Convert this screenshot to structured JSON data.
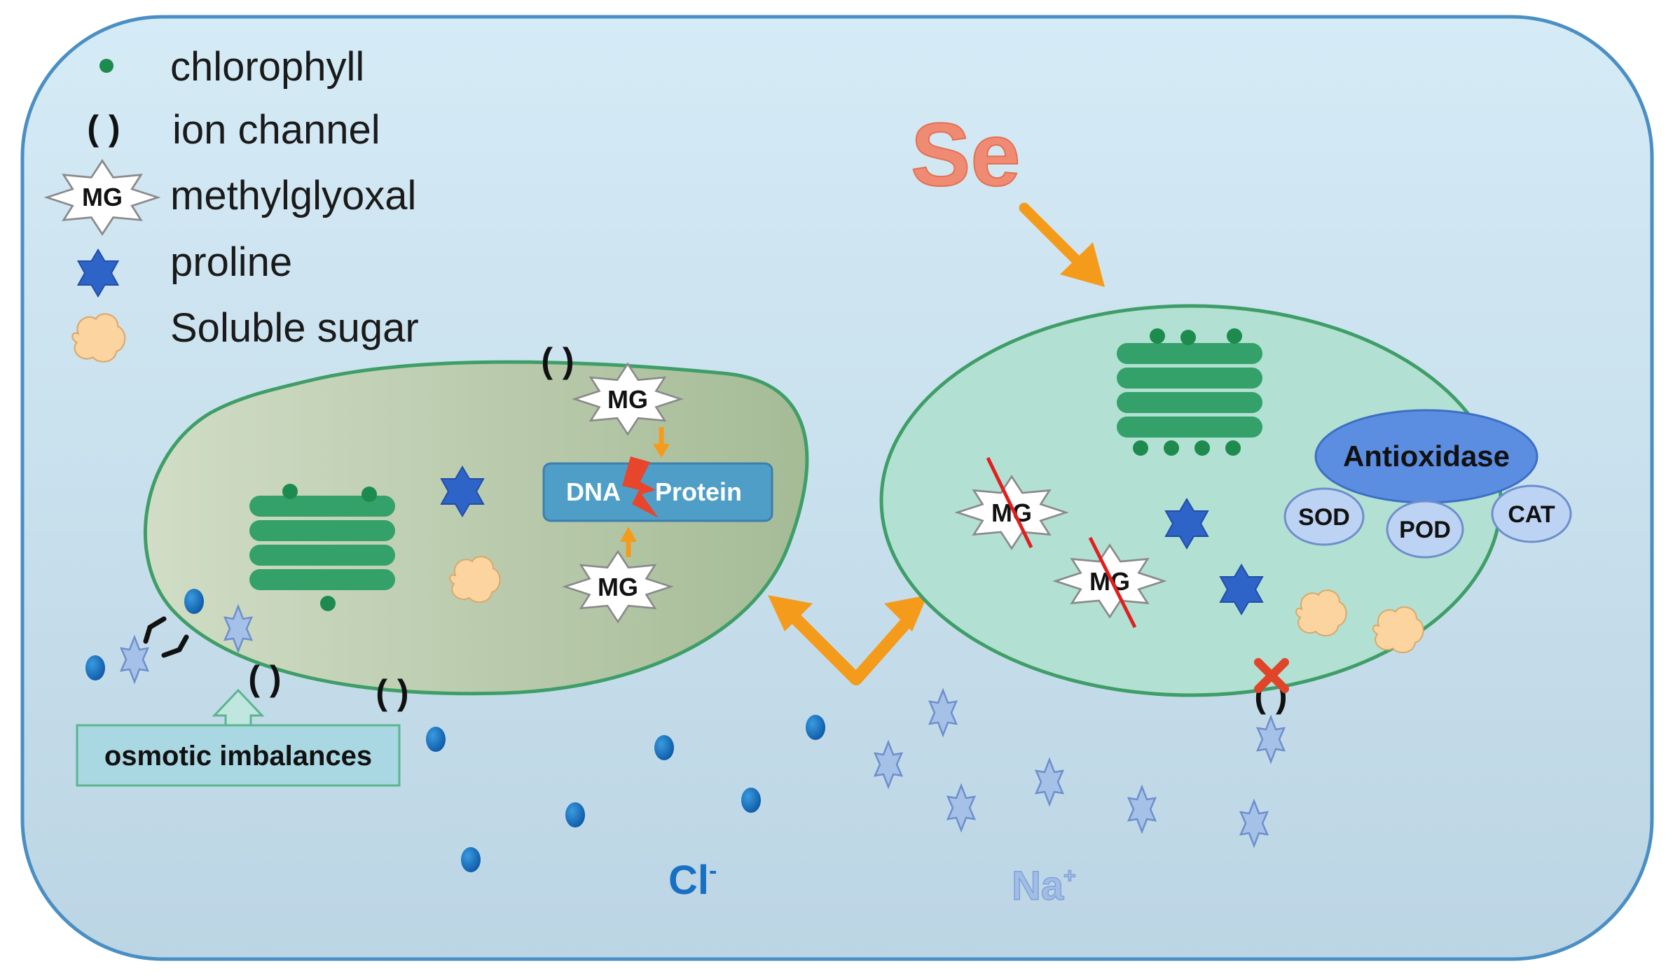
{
  "legend": {
    "chlorophyll": "chlorophyll",
    "ion_channel": "ion channel",
    "ion_channel_glyph": "( )",
    "methylglyoxal": "methylglyoxal",
    "proline": "proline",
    "soluble_sugar": "Soluble sugar"
  },
  "mg_label": "MG",
  "se_label": "Se",
  "stressed_cell": {
    "dna_label": "DNA",
    "protein_label": "Protein",
    "osmotic_label": "osmotic imbalances"
  },
  "treated_cell": {
    "antioxidase_label": "Antioxidase",
    "sod_label": "SOD",
    "pod_label": "POD",
    "cat_label": "CAT"
  },
  "ions": {
    "chloride_label": "Cl",
    "chloride_sup": "-",
    "sodium_label": "Na",
    "sodium_sup": "+"
  },
  "colors": {
    "background": "#d3e8f4",
    "border": "#4a8fc4",
    "stressed_cell_fill": "#bccfae",
    "treated_cell_fill": "#b2e0d2",
    "membrane": "#3f9e68",
    "thylakoid": "#33a169",
    "chlorophyll": "#1d8a4e",
    "proline": "#2e64c8",
    "soluble_sugar": "#fbd4a0",
    "chloride": "#1770c2",
    "sodium": "#a2bde6",
    "arrow": "#f59b1b",
    "se_text": "#f08b73",
    "dna_box": "#4f9ec8",
    "antioxidase": "#5b8de0",
    "enzyme": "#bdd3f4",
    "block_x": "#e0452a"
  }
}
